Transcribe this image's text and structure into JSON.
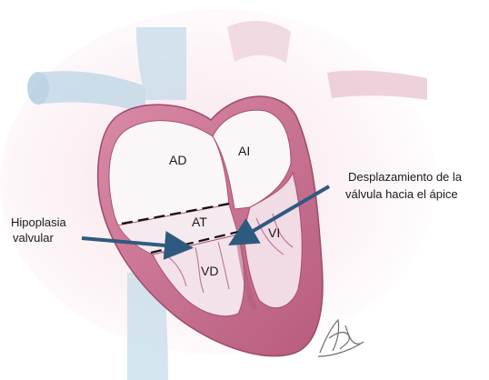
{
  "labels": {
    "ad": "AD",
    "ai": "AI",
    "at": "AT",
    "vi": "VI",
    "vd": "VD",
    "hipoplasia_line1": "Hipoplasia",
    "hipoplasia_line2": "valvular",
    "desplazamiento_line1": "Desplazamiento de la",
    "desplazamiento_line2": "válvula hacia el ápice"
  },
  "colors": {
    "myocardium": "#c9708f",
    "myocardium_dark": "#a94f70",
    "chamber_fill": "#fbf7f8",
    "vessels": "#b9d6e6",
    "arrow": "#2e5a80"
  },
  "icons": {
    "signature": "artist-signature"
  }
}
